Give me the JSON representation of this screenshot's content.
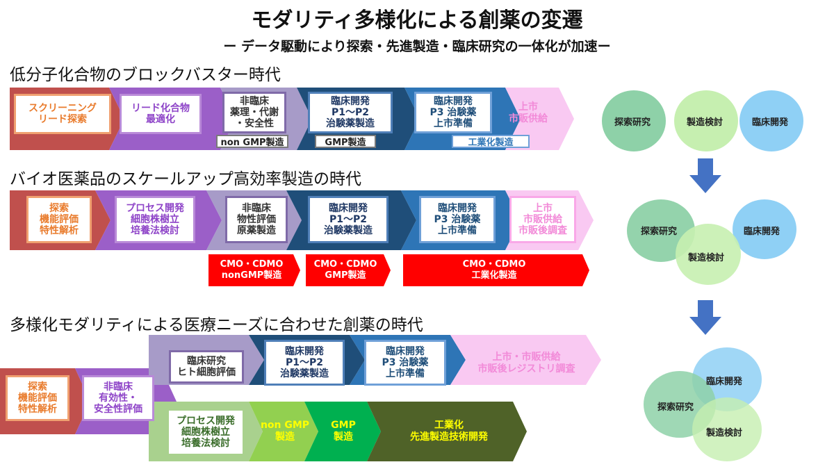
{
  "title": "モダリティ多様化による創薬の変遷",
  "subtitle": "ー データ駆動により探索・先進製造・臨床研究の一体化が加速ー",
  "row1": {
    "heading": "低分子化合物のブロックバスター時代",
    "stages": [
      "スクリーニング\nリード探索",
      "リード化合物\n最適化",
      "非臨床\n薬理・代謝\n・安全性",
      "臨床開発\nP1〜P2\n治験薬製造",
      "臨床開発\nP3 治験薬\n上市準備",
      "上市\n市販供給"
    ],
    "tags": [
      "non GMP製造",
      "GMP製造",
      "工業化製造"
    ]
  },
  "row2": {
    "heading": "バイオ医薬品のスケールアップ高効率製造の時代",
    "stages": [
      "探索\n機能評価\n特性解析",
      "プロセス開発\n細胞株樹立\n培養法検討",
      "非臨床\n物性評価\n原薬製造",
      "臨床開発\nP1〜P2\n治験薬製造",
      "臨床開発\nP3 治験薬\n上市準備",
      "上市\n市販供給\n市販後調査"
    ],
    "cmo": [
      "CMO・CDMO\nnonGMP製造",
      "CMO・CDMO\nGMP製造",
      "CMO・CDMO\n工業化製造"
    ]
  },
  "row3": {
    "heading": "多様化モダリティによる医療ニーズに合わせた創薬の時代",
    "stages": [
      "探索\n機能評価\n特性解析",
      "非臨床\n有効性・\n安全性評価",
      "臨床研究\nヒト細胞評価",
      "臨床開発\nP1〜P2\n治験薬製造",
      "臨床開発\nP3 治験薬\n上市準備",
      "上市・市販供給\n市販後レジストリ調査"
    ],
    "manufacturing": [
      "プロセス開発\n細胞株樹立\n培養法検討",
      "non GMP\n製造",
      "GMP\n製造",
      "工業化\n先進製造技術開発"
    ]
  },
  "venn": {
    "research": "探索研究",
    "manufacturing": "製造検討",
    "clinical": "臨床開発"
  },
  "colors": {
    "red": "#c0504d",
    "purple": "#9b5fc8",
    "lavender": "#a79bc8",
    "navy": "#1f4e79",
    "blue": "#2e75b6",
    "pink": "#f9c9f2",
    "cmo_red": "#ff0000",
    "green_light": "#a9d18e",
    "green_lime": "#92d050",
    "green": "#00b050",
    "green_dark": "#4f6228",
    "venn_green": "#8ed1a8",
    "venn_light": "#c6efb0",
    "venn_blue": "#8fd0f5",
    "arrow_blue": "#4472c4"
  }
}
